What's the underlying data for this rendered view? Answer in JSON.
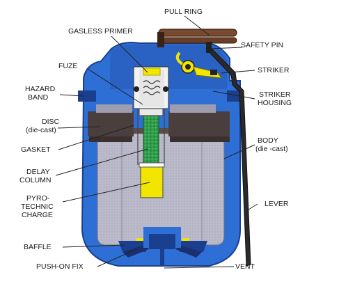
{
  "labels": {
    "pull_ring": "PULL RING",
    "gasless_primer": "GASLESS PRIMER",
    "safety_pin": "SAFETY PIN",
    "fuze": "FUZE",
    "striker": "STRIKER",
    "hazard_band_1": "HAZARD",
    "hazard_band_2": "BAND",
    "striker_housing_1": "STRIKER",
    "striker_housing_2": "HOUSING",
    "disc_1": "DISC",
    "disc_2": "(die-cast)",
    "body_1": "BODY",
    "body_2": "(die -cast)",
    "gasket": "GASKET",
    "delay_column_1": "DELAY",
    "delay_column_2": "COLUMN",
    "pyro_1": "PYRO-",
    "pyro_2": "TECHNIC",
    "pyro_3": "CHARGE",
    "lever": "LEVER",
    "baffle": "BAFFLE",
    "push_on_fix": "PUSH-ON FIX",
    "vent": "VENT"
  },
  "colors": {
    "body_blue": "#2e6fd6",
    "dark_blue": "#1a3f8f",
    "gray_core": "#b4b3c4",
    "dark_disc": "#4a3e3e",
    "yellow": "#f2e600",
    "delay_green": "#2f9e4a",
    "leader_line": "#222222"
  }
}
